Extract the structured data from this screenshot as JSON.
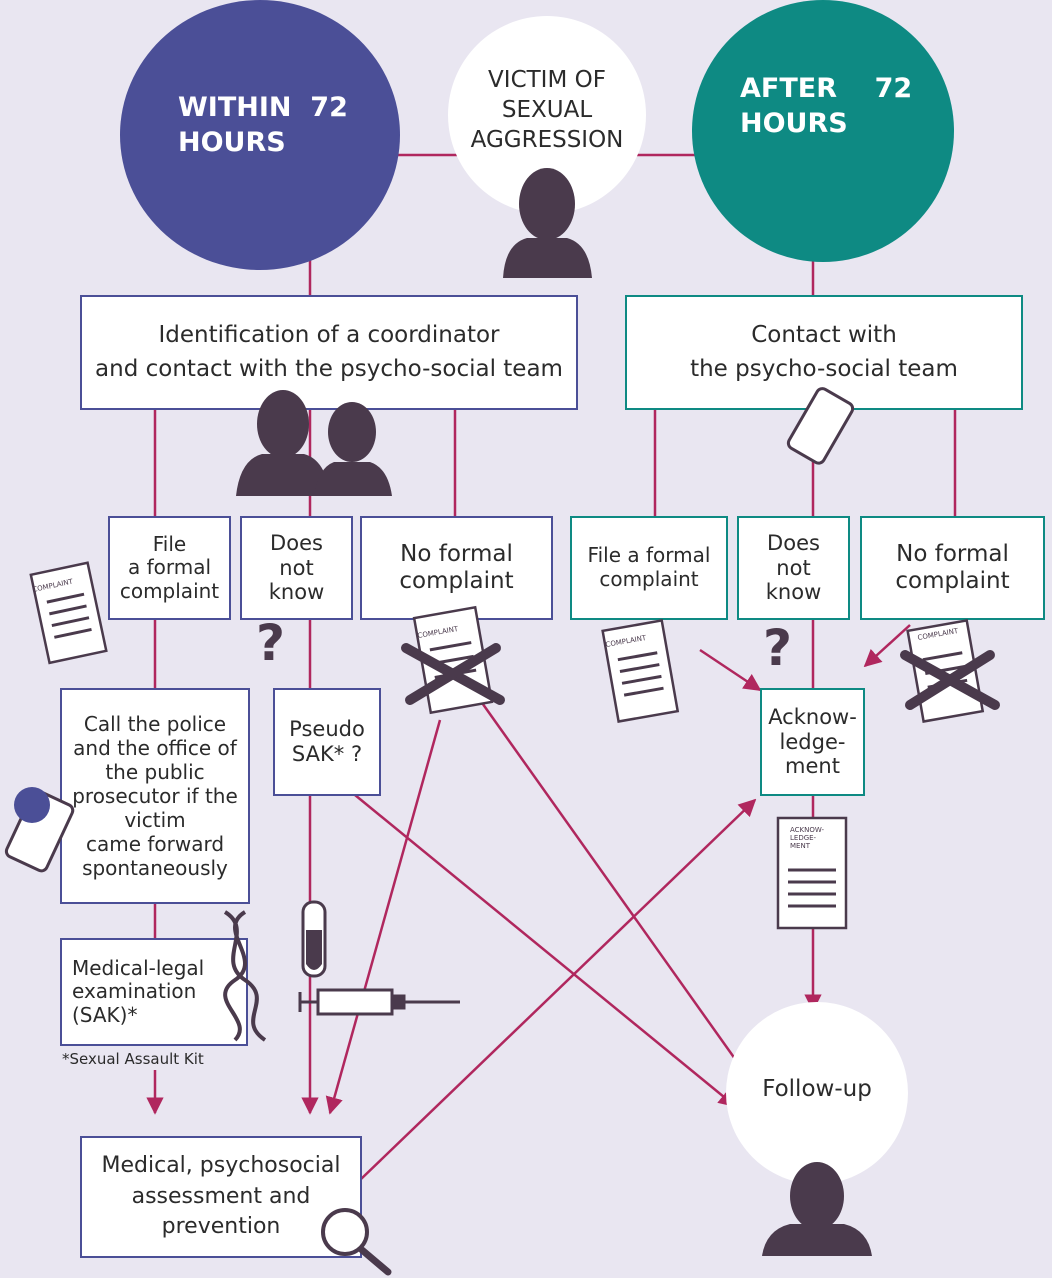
{
  "colors": {
    "background": "#e9e6f1",
    "within_circle": "#4b4f97",
    "after_circle": "#0e8a83",
    "connector": "#b0275e",
    "icon_dark": "#4a3a4c"
  },
  "circles": {
    "within": "WITHIN  72\nHOURS",
    "after": "AFTER    72\nHOURS",
    "victim": "VICTIM OF\nSEXUAL\nAGGRESSION",
    "followup": "Follow-up"
  },
  "boxes": {
    "coordinator": "Identification of a coordinator\nand contact with the psycho-social team",
    "contact": "Contact with\nthe psycho-social team",
    "file_left": "File\na formal\ncomplaint",
    "dont_know_left": "Does\nnot\nknow",
    "no_formal_left": "No formal\ncomplaint",
    "file_right": "File a formal\ncomplaint",
    "dont_know_right": "Does\nnot\nknow",
    "no_formal_right": "No formal\ncomplaint",
    "police": "Call the police\nand the office of\nthe public\nprosecutor if the\nvictim\ncame forward\nspontaneously",
    "pseudo": "Pseudo\nSAK* ?",
    "acknowledgement": "Acknow-\nledge-\nment",
    "medical_legal": "Medical-legal\nexamination\n(SAK)*",
    "assessment": "Medical, psychosocial\nassessment and\nprevention"
  },
  "footnote": "*Sexual Assault Kit",
  "doc_labels": {
    "complaint": "COMPLAINT",
    "acknowledgement": "ACKNOW-\nLEDGE-\nMENT"
  }
}
